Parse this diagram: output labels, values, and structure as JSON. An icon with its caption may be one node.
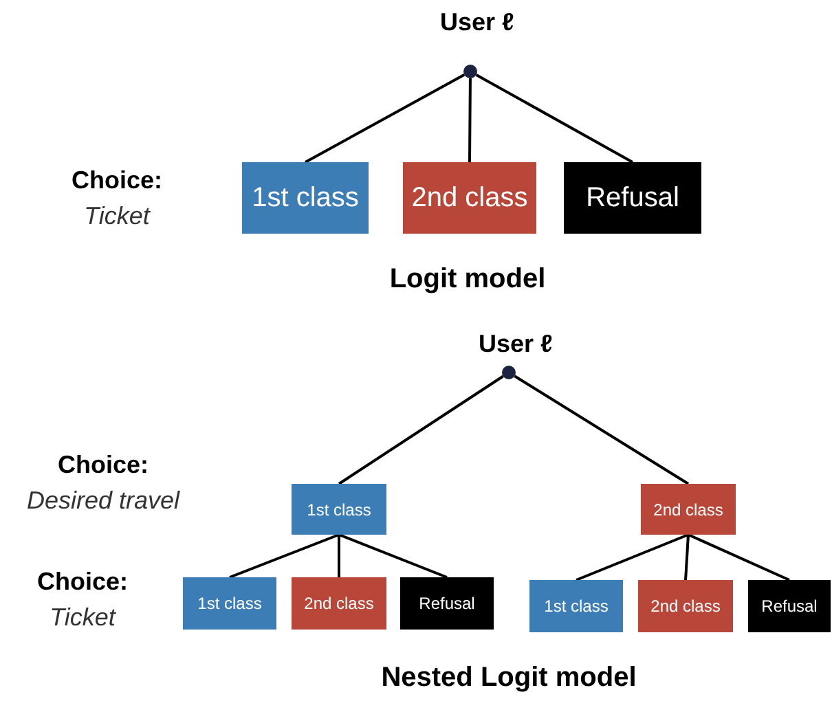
{
  "diagram": {
    "nodes": [
      {
        "text": [],
        "shape": "circle",
        "beside": [
          "User ℓ"
        ]
      },
      {
        "text": [
          "1st class"
        ]
      },
      {
        "text": [
          "2nd class"
        ]
      },
      {
        "text": [
          "Refusal"
        ]
      },
      {
        "text": [],
        "shape": "circle",
        "beside": [
          "User ℓ"
        ]
      },
      {
        "text": [
          "1st class"
        ]
      },
      {
        "text": [
          "2nd class"
        ]
      },
      {
        "text": [
          "1st class"
        ]
      },
      {
        "text": [
          "2nd class"
        ]
      },
      {
        "text": [
          "Refusal"
        ]
      },
      {
        "text": [
          "1st class"
        ]
      },
      {
        "text": [
          "2nd class"
        ]
      },
      {
        "text": [
          "Refusal"
        ]
      }
    ],
    "edges": [
      {
        "from": 0,
        "to": 1,
        "arrow": "none"
      },
      {
        "from": 0,
        "to": 2,
        "arrow": "none"
      },
      {
        "from": 0,
        "to": 3,
        "arrow": "none"
      },
      {
        "from": 4,
        "to": 5,
        "arrow": "none"
      },
      {
        "from": 4,
        "to": 6,
        "arrow": "none"
      },
      {
        "from": 5,
        "to": 7,
        "arrow": "none"
      },
      {
        "from": 5,
        "to": 8,
        "arrow": "none"
      },
      {
        "from": 5,
        "to": 9,
        "arrow": "none"
      },
      {
        "from": 6,
        "to": 10,
        "arrow": "none"
      },
      {
        "from": 6,
        "to": 11,
        "arrow": "none"
      },
      {
        "from": 6,
        "to": 12,
        "arrow": "none"
      }
    ],
    "labels": [
      "Choice:",
      "Ticket",
      "Logit model",
      "Choice:",
      "Desired travel",
      "Choice:",
      "Ticket",
      "Nested Logit model"
    ]
  }
}
